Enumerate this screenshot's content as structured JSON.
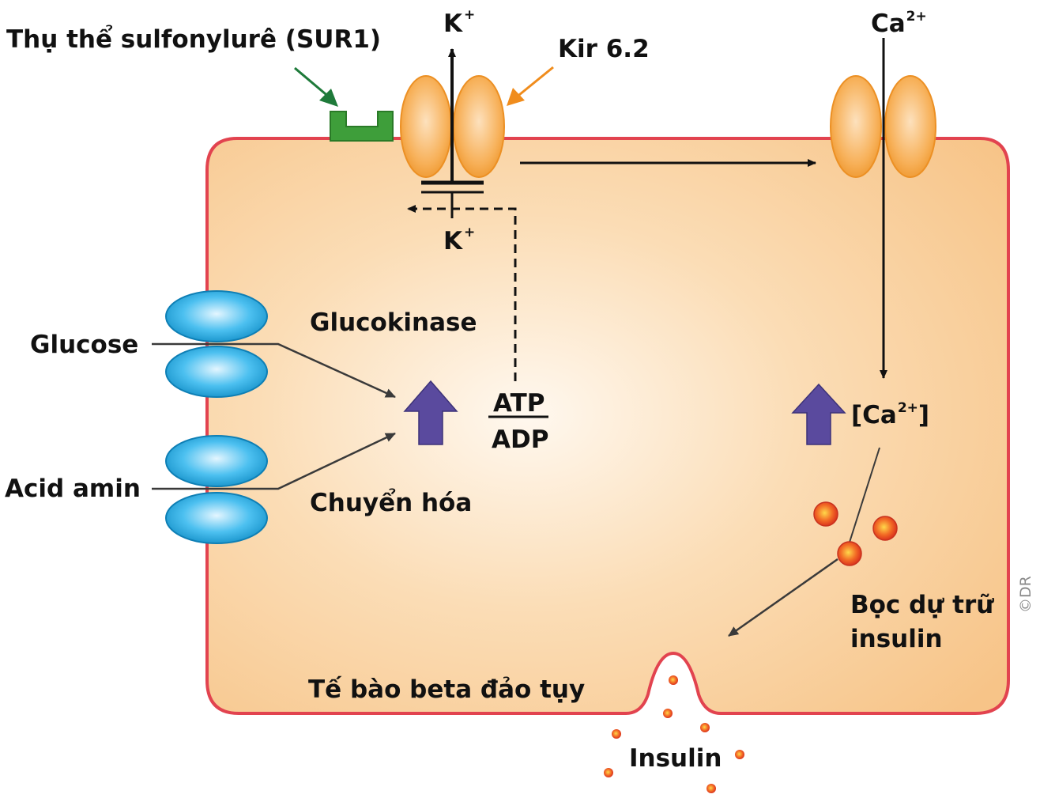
{
  "labels": {
    "sur1": "Thụ thể sulfonylurê (SUR1)",
    "kir": "Kir 6.2",
    "k_top_base": "K",
    "k_top_sup": "+",
    "k_bottom_base": "K",
    "k_bottom_sup": "+",
    "ca_top_base": "Ca",
    "ca_top_sup": "2+",
    "glucokinase": "Glucokinase",
    "glucose": "Glucose",
    "atp": "ATP",
    "adp": "ADP",
    "ca_conc_open": "[Ca",
    "ca_conc_sup": "2+",
    "ca_conc_close": "]",
    "acid_amin": "Acid amin",
    "chuyen_hoa": "Chuyển hóa",
    "boc_line1": "Bọc dự trữ",
    "boc_line2": "insulin",
    "cell_name": "Tế bào beta đảo tụy",
    "insulin": "Insulin",
    "copyright": "©DR"
  },
  "colors": {
    "cell_fill_center": "#fff6ec",
    "cell_fill_edge": "#f8c98e",
    "membrane": "#e2434f",
    "channel_orange": "#f5a53c",
    "receptor_green": "#3e9e3a",
    "transporter_blue": "#1fa4de",
    "up_arrow_purple": "#5a4a9e",
    "granule_red": "#e8402a",
    "green_arrow": "#1e7a3a",
    "orange_arrow": "#f08c1c"
  }
}
